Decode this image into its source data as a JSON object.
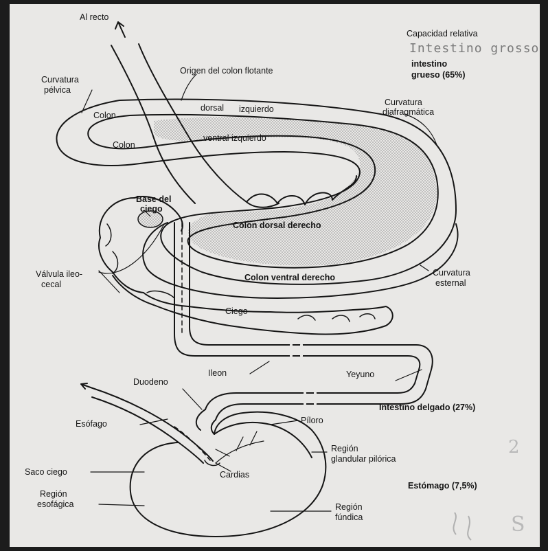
{
  "labels": {
    "al_recto": "Al recto",
    "capacidad": "Capacidad relativa",
    "handwritten": "Intestino grosso",
    "intestino_grueso_1": "intestino",
    "intestino_grueso_2": "grueso (65%)",
    "origen_colon": "Origen del colon flotante",
    "curvatura_pelvica_1": "Curvatura",
    "curvatura_pelvica_2": "pélvica",
    "colon_1": "Colon",
    "dorsal_izq_1": "dorsal",
    "dorsal_izq_2": "izquierdo",
    "curvatura_diaf_1": "Curvatura",
    "curvatura_diaf_2": "diafragmática",
    "colon_2": "Colon",
    "ventral_izq": "ventral izquierdo",
    "base_ciego_1": "Base del",
    "base_ciego_2": "ciego",
    "colon_dorsal_derecho": "Colon dorsal derecho",
    "valvula_1": "Válvula ileo-",
    "valvula_2": "cecal",
    "colon_ventral_derecho": "Colon ventral derecho",
    "curvatura_est_1": "Curvatura",
    "curvatura_est_2": "esternal",
    "ciego": "Ciego",
    "ileon": "Ileon",
    "yeyuno": "Yeyuno",
    "duodeno": "Duodeno",
    "intestino_delgado": "Intestino delgado (27%)",
    "esofago": "Esófago",
    "piloro": "Píloro",
    "region_glandular_1": "Región",
    "region_glandular_2": "glandular pilórica",
    "saco_ciego": "Saco ciego",
    "cardias": "Cardias",
    "estomago": "Estómago (7,5%)",
    "region_esof_1": "Región",
    "region_esof_2": "esofágica",
    "region_fundica_1": "Región",
    "region_fundica_2": "fúndica"
  },
  "margin_marks": [
    "2",
    "S"
  ]
}
